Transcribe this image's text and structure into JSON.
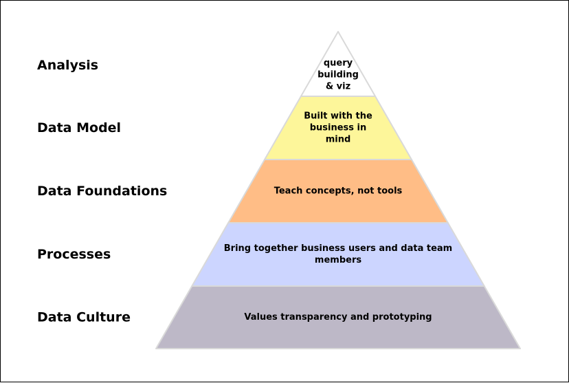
{
  "levels": [
    {
      "name": "Analysis",
      "lines": [
        "query",
        "building",
        "& viz"
      ],
      "color": "#ffffff"
    },
    {
      "name": "Data Model",
      "lines": [
        "Built with the",
        "business in",
        "mind"
      ],
      "color": "#fdf69a"
    },
    {
      "name": "Data Foundations",
      "lines": [
        "Teach concepts, not tools"
      ],
      "color": "#ffbd86"
    },
    {
      "name": "Processes",
      "lines": [
        "Bring together business users and data team",
        "members"
      ],
      "color": "#ccd5ff"
    },
    {
      "name": "Data Culture",
      "lines": [
        "Values transparency and prototyping"
      ],
      "color": "#bdb8c7"
    }
  ],
  "colors": {
    "outline": "#d9d9d9",
    "text": "#000000"
  }
}
